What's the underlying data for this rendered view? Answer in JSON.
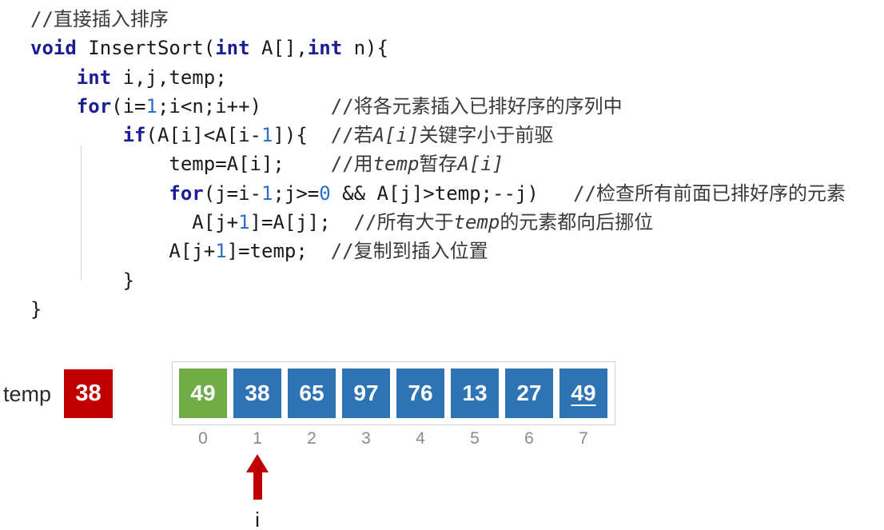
{
  "colors": {
    "kw": "#1c1c94",
    "num": "#2e6fc9",
    "plain": "#1a1a1a",
    "com": "#3a3a3a",
    "red": "#c00000",
    "green": "#70ad47",
    "blue": "#2e74b5",
    "index": "#8a8a8a",
    "border": "#ccd3da"
  },
  "code": {
    "lines": [
      [
        {
          "t": "//直接插入排序",
          "c": "com"
        }
      ],
      [
        {
          "t": "void",
          "c": "kw"
        },
        {
          "t": " InsertSort(",
          "c": "plain"
        },
        {
          "t": "int",
          "c": "kw"
        },
        {
          "t": " A[],",
          "c": "plain"
        },
        {
          "t": "int",
          "c": "kw"
        },
        {
          "t": " n){",
          "c": "plain"
        }
      ],
      [
        {
          "t": "    ",
          "c": "plain"
        },
        {
          "t": "int",
          "c": "kw"
        },
        {
          "t": " i,j,temp;",
          "c": "plain"
        }
      ],
      [
        {
          "t": "    ",
          "c": "plain"
        },
        {
          "t": "for",
          "c": "kw"
        },
        {
          "t": "(i=",
          "c": "plain"
        },
        {
          "t": "1",
          "c": "num"
        },
        {
          "t": ";i<n;i++)",
          "c": "plain"
        },
        {
          "t": "      ",
          "c": "plain"
        },
        {
          "t": "//将各元素插入已排好序的序列中",
          "c": "com"
        }
      ],
      [
        {
          "t": "        ",
          "c": "plain"
        },
        {
          "t": "if",
          "c": "kw"
        },
        {
          "t": "(A[i]<A[i-",
          "c": "plain"
        },
        {
          "t": "1",
          "c": "num"
        },
        {
          "t": "]){",
          "c": "plain"
        },
        {
          "t": "  ",
          "c": "plain"
        },
        {
          "t": "//若",
          "c": "com"
        },
        {
          "t": "A[i]",
          "c": "comv"
        },
        {
          "t": "关键字小于前驱",
          "c": "com"
        }
      ],
      [
        {
          "t": "            temp=A[i];",
          "c": "plain"
        },
        {
          "t": "    ",
          "c": "plain"
        },
        {
          "t": "//用",
          "c": "com"
        },
        {
          "t": "temp",
          "c": "comv"
        },
        {
          "t": "暂存",
          "c": "com"
        },
        {
          "t": "A[i]",
          "c": "comv"
        }
      ],
      [
        {
          "t": "            ",
          "c": "plain"
        },
        {
          "t": "for",
          "c": "kw"
        },
        {
          "t": "(j=i-",
          "c": "plain"
        },
        {
          "t": "1",
          "c": "num"
        },
        {
          "t": ";j>=",
          "c": "plain"
        },
        {
          "t": "0",
          "c": "num"
        },
        {
          "t": " && A[j]>temp;--j)",
          "c": "plain"
        },
        {
          "t": "   ",
          "c": "plain"
        },
        {
          "t": "//检查所有前面已排好序的元素",
          "c": "com"
        }
      ],
      [
        {
          "t": "              A[j+",
          "c": "plain"
        },
        {
          "t": "1",
          "c": "num"
        },
        {
          "t": "]=A[j];",
          "c": "plain"
        },
        {
          "t": "  ",
          "c": "plain"
        },
        {
          "t": "//所有大于",
          "c": "com"
        },
        {
          "t": "temp",
          "c": "comv"
        },
        {
          "t": "的元素都向后挪位",
          "c": "com"
        }
      ],
      [
        {
          "t": "            A[j+",
          "c": "plain"
        },
        {
          "t": "1",
          "c": "num"
        },
        {
          "t": "]=temp;",
          "c": "plain"
        },
        {
          "t": "  ",
          "c": "plain"
        },
        {
          "t": "//复制到插入位置",
          "c": "com"
        }
      ],
      [
        {
          "t": "        }",
          "c": "plain"
        }
      ],
      [
        {
          "t": "}",
          "c": "plain"
        }
      ]
    ]
  },
  "temp": {
    "label": "temp",
    "value": "38"
  },
  "array": {
    "cells": [
      {
        "value": "49",
        "color": "green"
      },
      {
        "value": "38",
        "color": "blue"
      },
      {
        "value": "65",
        "color": "blue"
      },
      {
        "value": "97",
        "color": "blue"
      },
      {
        "value": "76",
        "color": "blue"
      },
      {
        "value": "13",
        "color": "blue"
      },
      {
        "value": "27",
        "color": "blue"
      },
      {
        "value": "49",
        "color": "blue",
        "underline": true
      }
    ],
    "indices": [
      "0",
      "1",
      "2",
      "3",
      "4",
      "5",
      "6",
      "7"
    ],
    "pointer": {
      "label": "i",
      "index": 1
    }
  }
}
